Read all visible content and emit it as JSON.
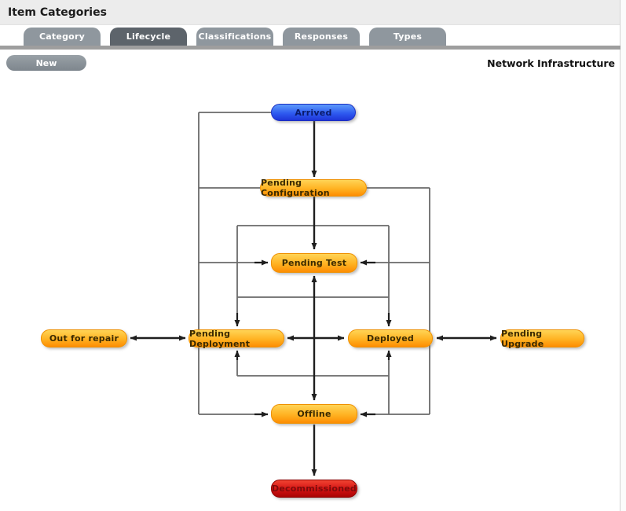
{
  "header": {
    "title": "Item Categories"
  },
  "tabs": [
    {
      "label": "Category",
      "active": false
    },
    {
      "label": "Lifecycle",
      "active": true
    },
    {
      "label": "Classifications",
      "active": false
    },
    {
      "label": "Responses",
      "active": false
    },
    {
      "label": "Types",
      "active": false
    }
  ],
  "toolbar": {
    "new_button_label": "New",
    "context_label": "Network Infrastructure"
  },
  "lifecycle": {
    "nodes": [
      {
        "id": "arrived",
        "label": "Arrived",
        "color": "blue"
      },
      {
        "id": "pending-configuration",
        "label": "Pending Configuration",
        "color": "orange"
      },
      {
        "id": "pending-test",
        "label": "Pending Test",
        "color": "orange"
      },
      {
        "id": "out-for-repair",
        "label": "Out for repair",
        "color": "orange"
      },
      {
        "id": "pending-deployment",
        "label": "Pending Deployment",
        "color": "orange"
      },
      {
        "id": "deployed",
        "label": "Deployed",
        "color": "orange"
      },
      {
        "id": "pending-upgrade",
        "label": "Pending Upgrade",
        "color": "orange"
      },
      {
        "id": "offline",
        "label": "Offline",
        "color": "orange"
      },
      {
        "id": "decommissioned",
        "label": "Decommissioned",
        "color": "red"
      }
    ],
    "colors": {
      "start_state": "#2f5bf0",
      "active_state": "#ffb222",
      "end_state": "#d31212",
      "connector": "#6a6a6a",
      "arrow": "#1e1e1e"
    }
  }
}
